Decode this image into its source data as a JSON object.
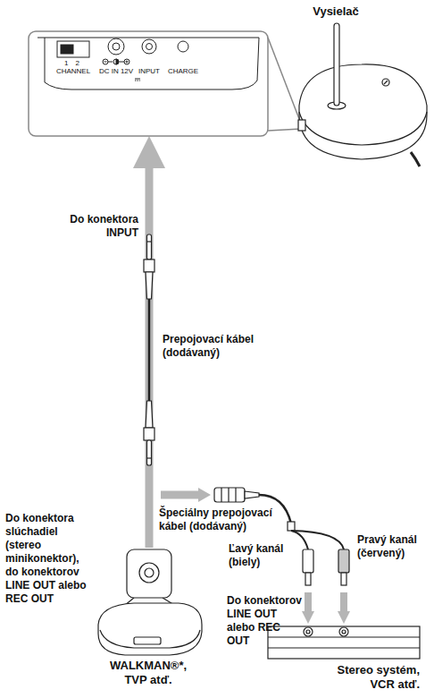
{
  "diagram": {
    "nodes": [
      {
        "text": [
          "1 2",
          "CHANNEL",
          "DC IN 12V",
          "INPUT",
          "CHARGE"
        ]
      },
      {
        "text": [
          "Vysielač"
        ]
      },
      {
        "text": [
          "WALKMAN®*, TVP atď."
        ]
      },
      {
        "text": [
          "Stereo systém, VCR atď."
        ]
      }
    ],
    "edges": [
      {
        "from": 2,
        "to": 0,
        "arrow": "to"
      }
    ],
    "labels": [
      "Do konektora INPUT",
      "Prepojovací kábel (dodávaný)",
      "Špeciálny prepojovací kábel (dodávaný)",
      "Ľavý kanál (biely)",
      "Pravý kanál (červený)",
      "Do konektorov LINE OUT alebo REC OUT",
      "Do konektora slúchadiel (stereo minikonektor), do konektorov LINE OUT alebo REC OUT"
    ]
  }
}
